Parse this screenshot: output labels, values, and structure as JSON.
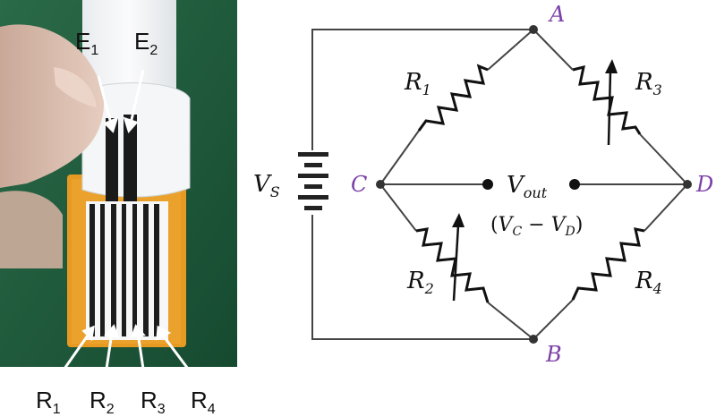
{
  "photo": {
    "electrode_labels": [
      {
        "main": "E",
        "sub": "1"
      },
      {
        "main": "E",
        "sub": "2"
      }
    ],
    "resistor_labels": [
      {
        "main": "R",
        "sub": "1"
      },
      {
        "main": "R",
        "sub": "2"
      },
      {
        "main": "R",
        "sub": "3"
      },
      {
        "main": "R",
        "sub": "4"
      }
    ]
  },
  "circuit": {
    "nodes": {
      "A": "A",
      "B": "B",
      "C": "C",
      "D": "D"
    },
    "source": {
      "main": "V",
      "sub": "S"
    },
    "resistors": [
      {
        "main": "R",
        "sub": "1"
      },
      {
        "main": "R",
        "sub": "2"
      },
      {
        "main": "R",
        "sub": "3"
      },
      {
        "main": "R",
        "sub": "4"
      }
    ],
    "output": {
      "main": "V",
      "sub": "out"
    },
    "output_formula": {
      "open": "(",
      "a": "V",
      "a_sub": "C",
      "minus": " − ",
      "b": "V",
      "b_sub": "D",
      "close": ")"
    }
  },
  "colors": {
    "node_label": "#7b3fa8",
    "wire": "#444444",
    "board": "#1e5a3a",
    "orange": "#e79a22"
  }
}
